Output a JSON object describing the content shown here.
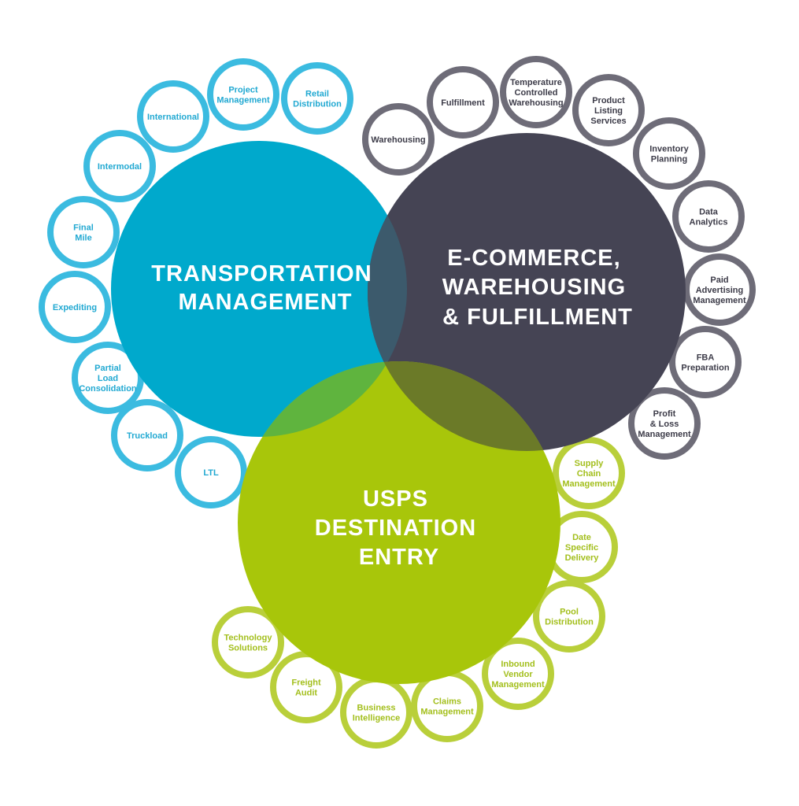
{
  "colors": {
    "transportation": "#00a9cc",
    "transportation_ring": "#3bbbe0",
    "ecommerce": "#454454",
    "ecommerce_ring": "#6e6c78",
    "usps": "#a8c60a",
    "usps_ring": "#b9cf3a",
    "overlap_te": "#3c5a6c",
    "overlap_tu": "#5fb43e",
    "overlap_eu": "#6b7a28"
  },
  "main_circles": {
    "transportation": {
      "lines": [
        "TRANSPORTATION",
        "MANAGEMENT"
      ]
    },
    "ecommerce": {
      "lines": [
        "E-COMMERCE,",
        "WAREHOUSING",
        "& FULFILLMENT"
      ]
    },
    "usps": {
      "lines": [
        "USPS",
        "DESTINATION",
        "ENTRY"
      ]
    }
  },
  "transportation_services": [
    {
      "lines": [
        "Retail",
        "Distribution"
      ]
    },
    {
      "lines": [
        "Project",
        "Management"
      ]
    },
    {
      "lines": [
        "International"
      ]
    },
    {
      "lines": [
        "Intermodal"
      ]
    },
    {
      "lines": [
        "Final",
        "Mile"
      ]
    },
    {
      "lines": [
        "Expediting"
      ]
    },
    {
      "lines": [
        "Partial",
        "Load",
        "Consolidation"
      ]
    },
    {
      "lines": [
        "Truckload"
      ]
    },
    {
      "lines": [
        "LTL"
      ]
    }
  ],
  "ecommerce_services": [
    {
      "lines": [
        "Warehousing"
      ]
    },
    {
      "lines": [
        "Fulfillment"
      ]
    },
    {
      "lines": [
        "Temperature",
        "Controlled",
        "Warehousing"
      ]
    },
    {
      "lines": [
        "Product",
        "Listing",
        "Services"
      ]
    },
    {
      "lines": [
        "Inventory",
        "Planning"
      ]
    },
    {
      "lines": [
        "Data",
        "Analytics"
      ]
    },
    {
      "lines": [
        "Paid",
        "Advertising",
        "Management"
      ]
    },
    {
      "lines": [
        "FBA",
        "Preparation"
      ]
    },
    {
      "lines": [
        "Profit",
        "& Loss",
        "Management"
      ]
    }
  ],
  "usps_services": [
    {
      "lines": [
        "Supply",
        "Chain",
        "Management"
      ]
    },
    {
      "lines": [
        "Date",
        "Specific",
        "Delivery"
      ]
    },
    {
      "lines": [
        "Pool",
        "Distribution"
      ]
    },
    {
      "lines": [
        "Inbound",
        "Vendor",
        "Management"
      ]
    },
    {
      "lines": [
        "Claims",
        "Management"
      ]
    },
    {
      "lines": [
        "Business",
        "Intelligence"
      ]
    },
    {
      "lines": [
        "Freight",
        "Audit"
      ]
    },
    {
      "lines": [
        "Technology",
        "Solutions"
      ]
    }
  ]
}
